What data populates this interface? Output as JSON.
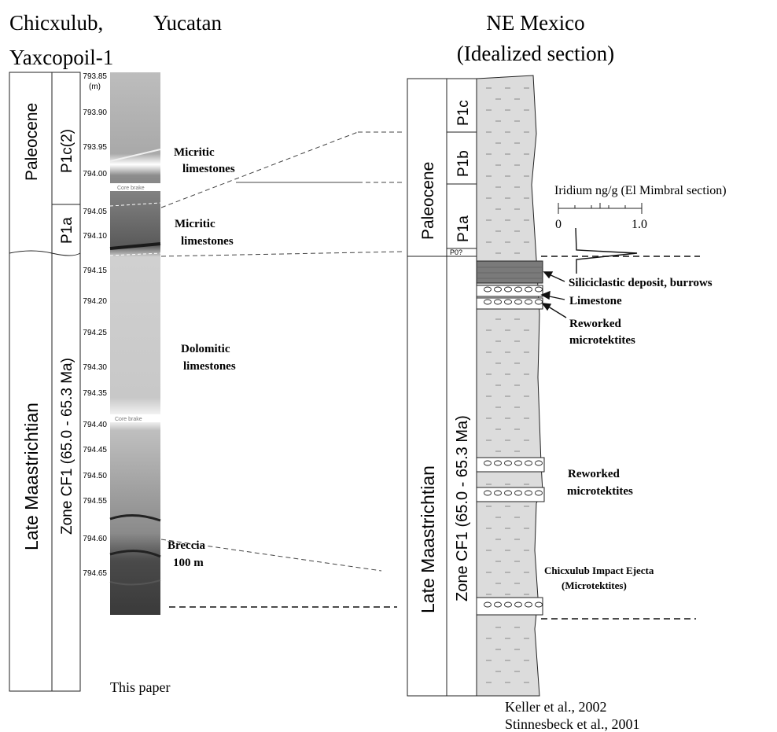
{
  "left": {
    "title_line1": "Chicxulub,",
    "title_place": "Yucatan",
    "title_line2": "Yaxcopoil-1",
    "epochs": [
      "Paleocene",
      "Late Maastrichtian"
    ],
    "zones": [
      "P1c(2)",
      "P1a",
      "Zone CF1 (65.0 - 65.3 Ma)"
    ],
    "depth_unit": "(m)",
    "depths": [
      "793.85",
      "793.90",
      "793.95",
      "794.00",
      "794.05",
      "794.10",
      "794.15",
      "794.20",
      "794.25",
      "794.30",
      "794.35",
      "794.40",
      "794.45",
      "794.50",
      "794.55",
      "794.60",
      "794.65"
    ],
    "core_brake_label": "Core brake",
    "lithologies": [
      {
        "line1": "Micritic",
        "line2": "limestones"
      },
      {
        "line1": "Micritic",
        "line2": "limestones"
      },
      {
        "line1": "Dolomitic",
        "line2": "limestones"
      },
      {
        "line1": "Breccia",
        "line2": "100 m"
      }
    ],
    "source": "This paper"
  },
  "right": {
    "title_line1": "NE Mexico",
    "title_line2": "(Idealized section)",
    "epochs": [
      "Paleocene",
      "Late Maastrichtian"
    ],
    "zones": [
      "P1c",
      "P1b",
      "P1a",
      "P0?",
      "Zone CF1 (65.0 - 65.3 Ma)"
    ],
    "iridium": {
      "title": "Iridium ng/g (El Mimbral section)",
      "tick_min": "0",
      "tick_max": "1.0"
    },
    "annotations": [
      "Siliciclastic deposit,  burrows",
      "Limestone",
      "Reworked",
      "microtektites",
      "Reworked",
      "microtektites",
      "Chicxulub Impact Ejecta",
      "(Microtektites)"
    ],
    "references": [
      "Keller et  al., 2002",
      "Stinnesbeck et al., 2001"
    ]
  },
  "colors": {
    "column_fill": "#dcdcdc",
    "dark_band": "#7a7a7a",
    "line": "#222222"
  }
}
